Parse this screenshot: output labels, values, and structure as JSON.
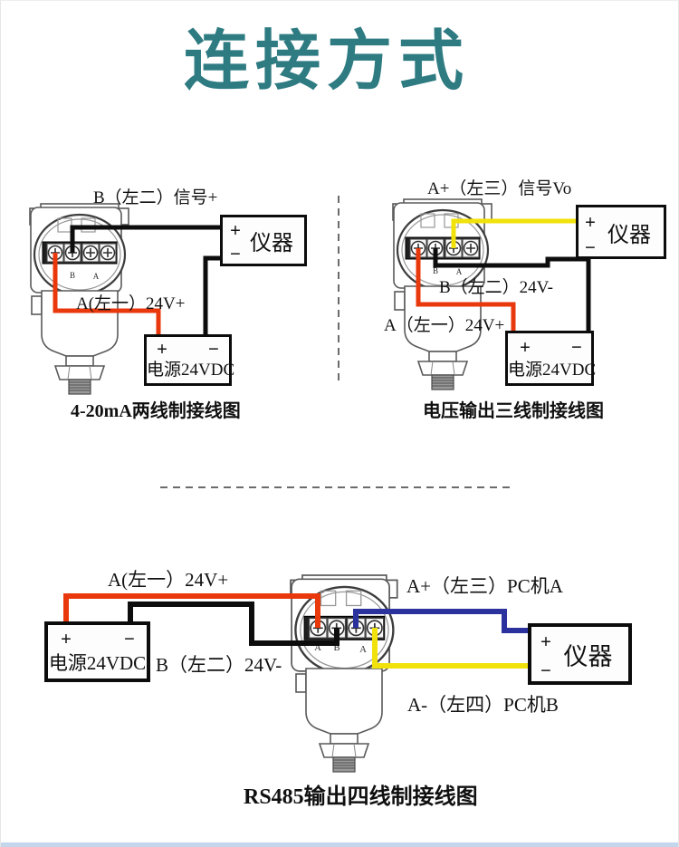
{
  "page": {
    "title": "连接方式"
  },
  "colors": {
    "title": "#2e7b82",
    "wire_red": "#e8380c",
    "wire_yellow": "#f0e20a",
    "wire_blue": "#2b329e",
    "wire_black": "#0d0d0d"
  },
  "shared": {
    "plus": "+",
    "minus": "−",
    "instrument_label": "仪器",
    "power_label": "电源24VDC"
  },
  "diagram1": {
    "caption": "4-20mA两线制接线图",
    "label_signal": "B（左二）信号+",
    "label_24vpos": "A(左一）24V+",
    "terminal_marks": {
      "b": "B",
      "a": "A"
    }
  },
  "diagram2": {
    "caption": "电压输出三线制接线图",
    "label_signal": "A+（左三）信号Vo",
    "label_24vneg": "B（左二）24V-",
    "label_24vpos": "A（左一）24V+",
    "terminal_marks": {
      "b": "B",
      "a": "A"
    }
  },
  "diagram3": {
    "caption": "RS485输出四线制接线图",
    "label_24vpos": "A(左一）24V+",
    "label_24vneg": "B（左二）24V-",
    "label_pc_a": "A+（左三）PC机A",
    "label_pc_b": "A-（左四）PC机B",
    "terminal_marks": {
      "a1": "A",
      "b": "B",
      "a2": "A"
    }
  }
}
